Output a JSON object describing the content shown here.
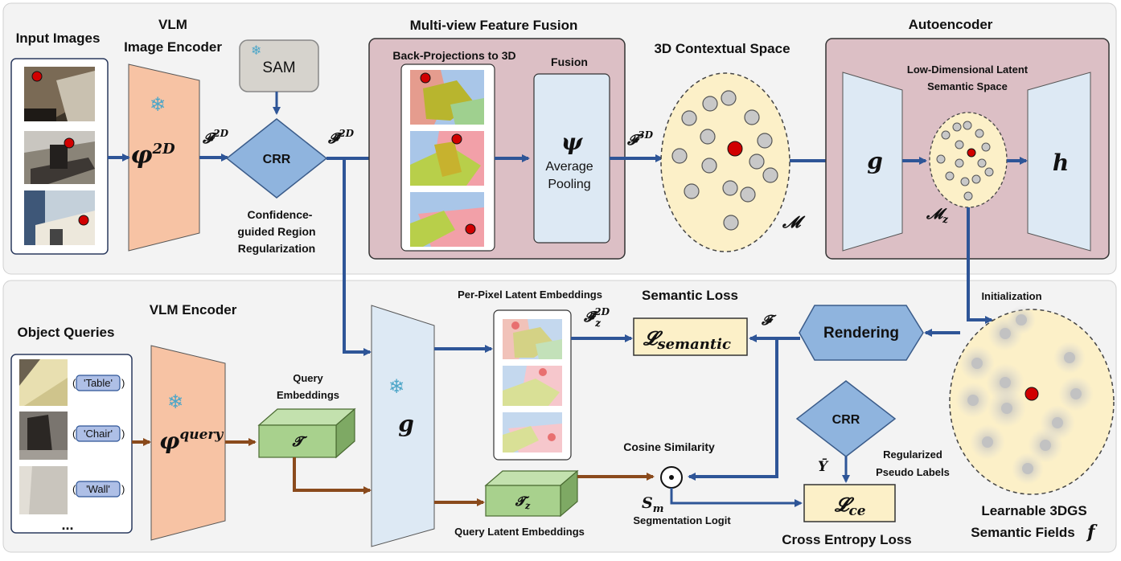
{
  "labels": {
    "input_images": "Input Images",
    "vlm_image_encoder_1": "VLM",
    "vlm_image_encoder_2": "Image Encoder",
    "multiview_title": "Multi-view Feature Fusion",
    "backproj_title": "Back-Projections to 3D",
    "fusion_title": "Fusion",
    "avg_pool_1": "Average",
    "avg_pool_2": "Pooling",
    "contextual_space": "3D Contextual Space",
    "autoencoder": "Autoencoder",
    "latent_1": "Low-Dimensional Latent",
    "latent_2": "Semantic Space",
    "sam": "SAM",
    "crr": "CRR",
    "crr_desc_1": "Confidence-",
    "crr_desc_2": "guided Region",
    "crr_desc_3": "Regularization",
    "vlm_encoder": "VLM Encoder",
    "object_queries": "Object Queries",
    "query_emb_1": "Query",
    "query_emb_2": "Embeddings",
    "per_pixel": "Per-Pixel Latent Embeddings",
    "semantic_loss": "Semantic Loss",
    "rendering": "Rendering",
    "initialization": "Initialization",
    "cosine": "Cosine Similarity",
    "seg_logit": "Segmentation Logit",
    "regularized_1": "Regularized",
    "regularized_2": "Pseudo Labels",
    "query_latent": "Query Latent Embeddings",
    "ce_loss": "Cross Entropy Loss",
    "learnable_1": "Learnable 3DGS",
    "learnable_2": "Semantic Fields",
    "q_table": "'Table'",
    "q_chair": "'Chair'",
    "q_wall": "'Wall'",
    "ellipsis": "...",
    "snowflake": "❄",
    "odot": "⊙"
  },
  "math": {
    "phi2d": "φ",
    "phi2d_sup": "2D",
    "F2D": "𝓕",
    "F2D_sup": "2D",
    "Fbar2D": "𝓕̄",
    "Fbar2D_sup": "2D",
    "psi": "ψ",
    "F3D": "𝓕",
    "F3D_sup": "3D",
    "M": "𝓜",
    "Mz": "𝓜",
    "Mz_sub": "z",
    "g": "g",
    "h": "h",
    "phiq": "φ",
    "phiq_sup": "query",
    "T": "𝓣",
    "Tz": "𝓣",
    "Tz_sub": "z",
    "Fbarz": "𝓕̄",
    "Fbarz_sup": "2D",
    "Fbarz_sub": "z",
    "Lsem": "𝓛",
    "Lsem_sub": "semantic",
    "Fcal": "𝓕",
    "Sm": "S",
    "Sm_sub": "m",
    "Ybar": "Ȳ",
    "Lce": "𝓛",
    "Lce_sub": "ce",
    "f": "f"
  },
  "colors": {
    "arrow_blue": "#2e5597",
    "arrow_brown": "#8a4a1c",
    "panel_pink": "#dcbfc5",
    "encoder_orange": "#f7c3a4",
    "encoder_blue": "#dde9f4",
    "diamond_blue": "#8fb4de",
    "cream": "#fcf0c8",
    "green_block": "#a8d18d"
  }
}
